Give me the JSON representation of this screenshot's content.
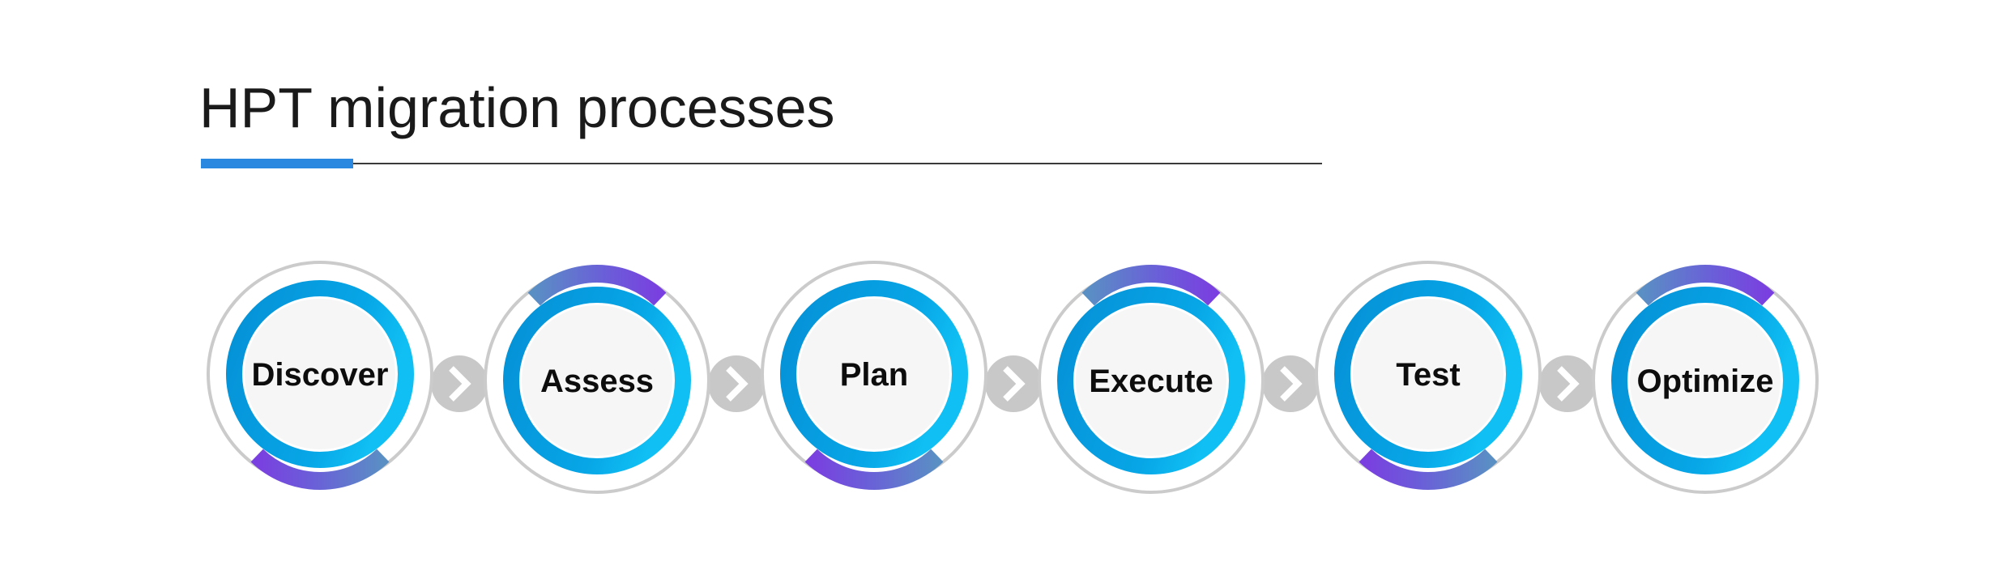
{
  "title": "HPT migration processes",
  "colors": {
    "title_accent": "#2b88e0",
    "ring_blue_dark": "#0590d6",
    "ring_blue_light": "#10c0f4",
    "arc_purple": "#7a3fe0",
    "arc_steel": "#5a8fc4",
    "outer_ring_gray": "#cbcbcb",
    "inner_fill": "#f6f6f6",
    "connector_gray": "#c8c8c8"
  },
  "connector_icon": "chevron-right-icon",
  "steps": [
    {
      "label": "Discover"
    },
    {
      "label": "Assess"
    },
    {
      "label": "Plan"
    },
    {
      "label": "Execute"
    },
    {
      "label": "Test"
    },
    {
      "label": "Optimize"
    }
  ]
}
